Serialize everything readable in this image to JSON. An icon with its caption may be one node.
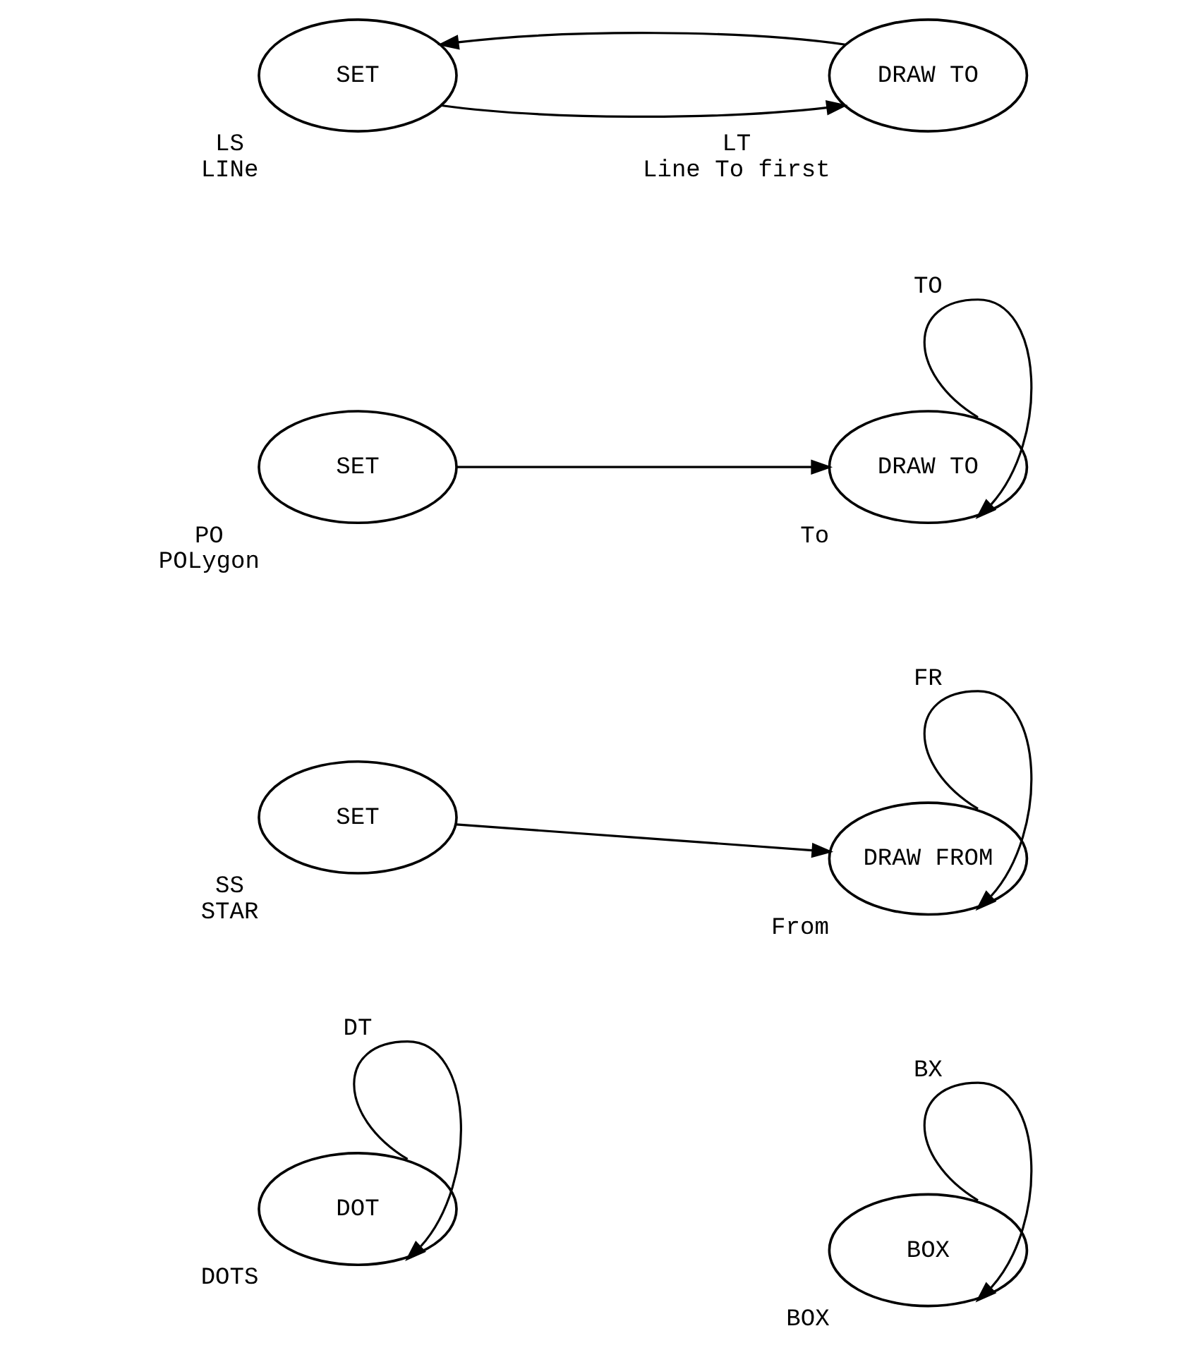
{
  "diagram": {
    "nodes": [
      {
        "text": [
          "SET"
        ],
        "beside": [
          "LS",
          "LINe"
        ]
      },
      {
        "text": [
          "DRAW TO"
        ],
        "beside": [
          "LT",
          "Line To first"
        ]
      },
      {
        "text": [
          "SET"
        ],
        "beside": [
          "PO",
          "POLygon"
        ]
      },
      {
        "text": [
          "DRAW TO"
        ],
        "beside": [
          "To"
        ]
      },
      {
        "text": [
          "SET"
        ],
        "beside": [
          "SS",
          "STAR"
        ]
      },
      {
        "text": [
          "DRAW FROM"
        ],
        "beside": [
          "From"
        ]
      },
      {
        "text": [
          "DOT"
        ],
        "beside": [
          "DOTS"
        ]
      },
      {
        "text": [
          "BOX"
        ],
        "beside": [
          "BOX"
        ]
      }
    ],
    "edges": [
      {
        "from": 0,
        "to": 1,
        "arrow": "to"
      },
      {
        "from": 1,
        "to": 0,
        "arrow": "to"
      },
      {
        "from": 2,
        "to": 3,
        "arrow": "to"
      },
      {
        "from": 3,
        "to": 3,
        "arrow": "to",
        "label": "TO"
      },
      {
        "from": 4,
        "to": 5,
        "arrow": "to"
      },
      {
        "from": 5,
        "to": 5,
        "arrow": "to",
        "label": "FR"
      },
      {
        "from": 6,
        "to": 6,
        "arrow": "to",
        "label": "DT"
      },
      {
        "from": 7,
        "to": 7,
        "arrow": "to",
        "label": "BX"
      }
    ]
  }
}
